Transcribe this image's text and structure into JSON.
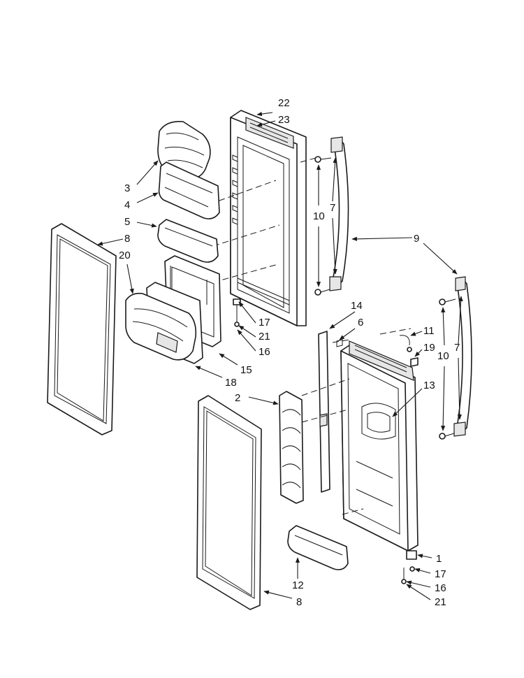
{
  "labels": {
    "l1": "1",
    "l2": "2",
    "l3": "3",
    "l4": "4",
    "l5": "5",
    "l6": "6",
    "l7a": "7",
    "l7b": "7",
    "l8a": "8",
    "l8b": "8",
    "l9": "9",
    "l10a": "10",
    "l10b": "10",
    "l11": "11",
    "l12": "12",
    "l13": "13",
    "l14": "14",
    "l15": "15",
    "l16a": "16",
    "l16b": "16",
    "l17a": "17",
    "l17b": "17",
    "l18": "18",
    "l19": "19",
    "l20": "20",
    "l21a": "21",
    "l21b": "21",
    "l22": "22",
    "l23": "23"
  }
}
